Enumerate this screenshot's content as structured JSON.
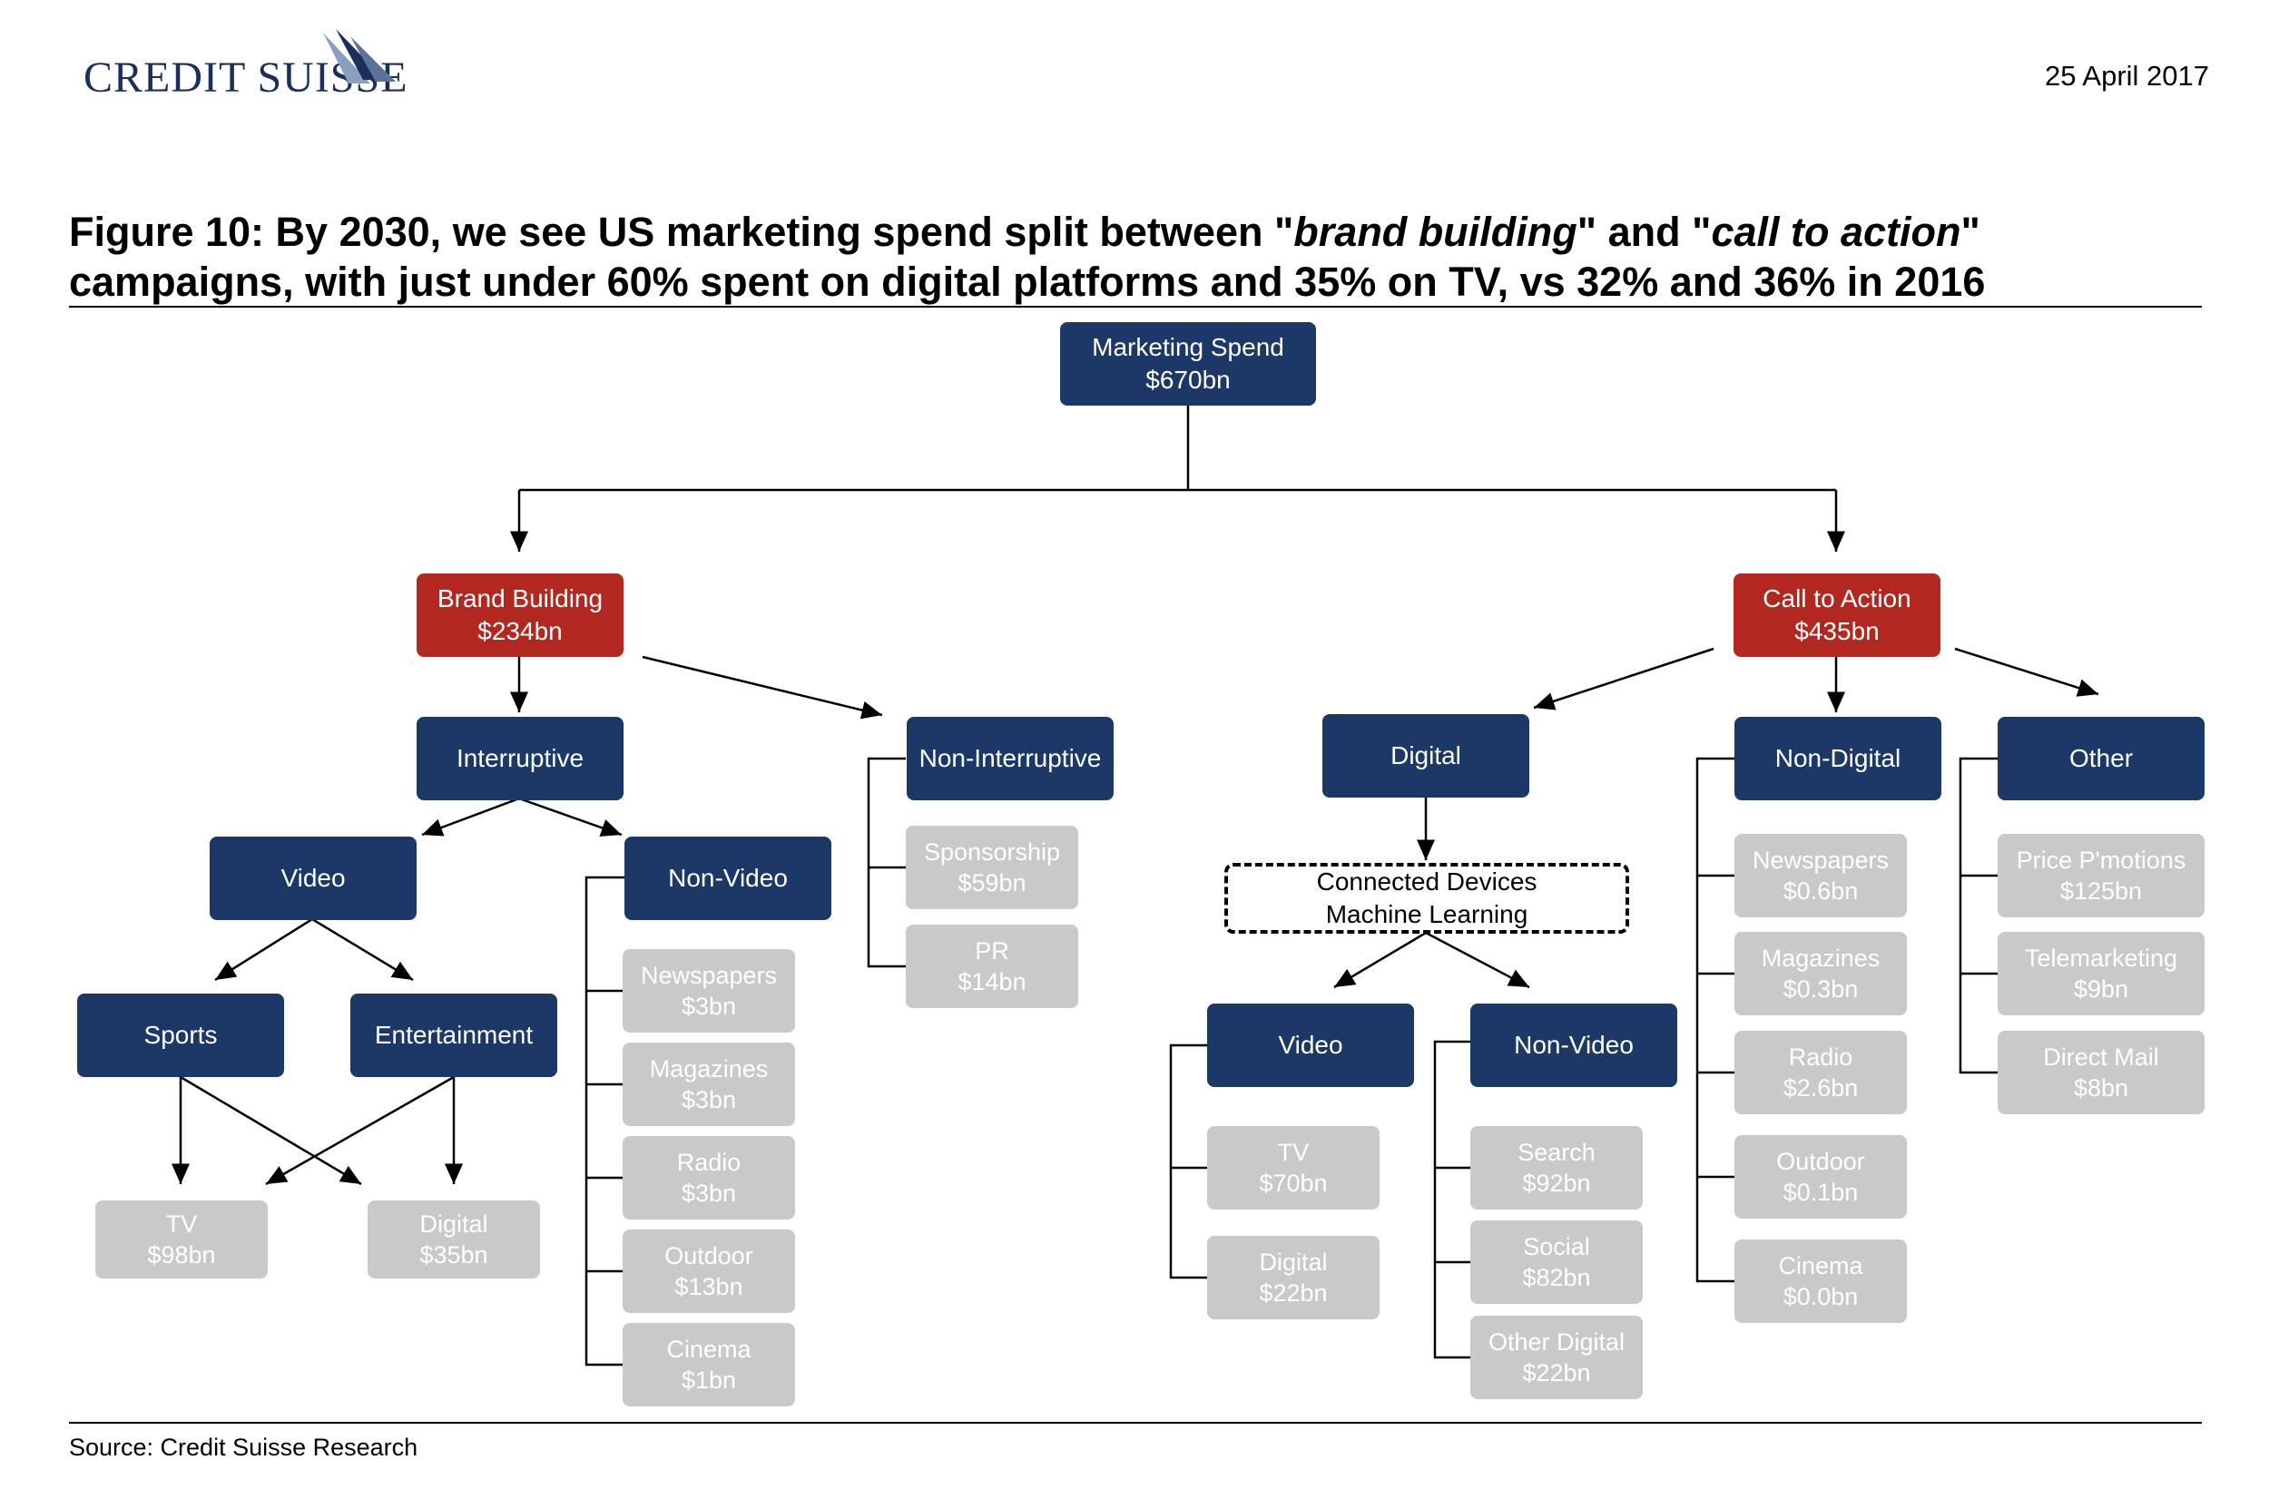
{
  "header": {
    "logo_text": "CREDIT SUISSE",
    "date": "25 April 2017"
  },
  "figure": {
    "title_prefix": "Figure 10: By 2030, we see US marketing spend split between \"",
    "title_em1": "brand building",
    "title_mid": "\" and \"",
    "title_em2": "call to action",
    "title_suffix": "\" campaigns, with just under 60% spent on digital platforms and 35% on TV, vs 32% and 36% in 2016",
    "source": "Source: Credit Suisse Research"
  },
  "colors": {
    "navy": "#1c3866",
    "red": "#b22821",
    "grey": "#c9c9c9"
  },
  "nodes": {
    "root": [
      "Marketing Spend",
      "$670bn"
    ],
    "brand": [
      "Brand Building",
      "$234bn"
    ],
    "cta": [
      "Call to Action",
      "$435bn"
    ],
    "interruptive": [
      "Interruptive"
    ],
    "noninterruptive": [
      "Non-Interruptive"
    ],
    "bb_video": [
      "Video"
    ],
    "bb_nonvideo": [
      "Non-Video"
    ],
    "sports": [
      "Sports"
    ],
    "entertainment": [
      "Entertainment"
    ],
    "tv98": [
      "TV",
      "$98bn"
    ],
    "digital35": [
      "Digital",
      "$35bn"
    ],
    "bb_newspapers": [
      "Newspapers",
      "$3bn"
    ],
    "bb_magazines": [
      "Magazines",
      "$3bn"
    ],
    "bb_radio": [
      "Radio",
      "$3bn"
    ],
    "bb_outdoor": [
      "Outdoor",
      "$13bn"
    ],
    "bb_cinema": [
      "Cinema",
      "$1bn"
    ],
    "sponsorship": [
      "Sponsorship",
      "$59bn"
    ],
    "pr": [
      "PR",
      "$14bn"
    ],
    "digital": [
      "Digital"
    ],
    "connected": [
      "Connected Devices",
      "Machine Learning"
    ],
    "d_video": [
      "Video"
    ],
    "d_nonvideo": [
      "Non-Video"
    ],
    "tv70": [
      "TV",
      "$70bn"
    ],
    "digital22": [
      "Digital",
      "$22bn"
    ],
    "search": [
      "Search",
      "$92bn"
    ],
    "social": [
      "Social",
      "$82bn"
    ],
    "otherdigital": [
      "Other Digital",
      "$22bn"
    ],
    "nondigital": [
      "Non-Digital"
    ],
    "nd_newspapers": [
      "Newspapers",
      "$0.6bn"
    ],
    "nd_magazines": [
      "Magazines",
      "$0.3bn"
    ],
    "nd_radio": [
      "Radio",
      "$2.6bn"
    ],
    "nd_outdoor": [
      "Outdoor",
      "$0.1bn"
    ],
    "nd_cinema": [
      "Cinema",
      "$0.0bn"
    ],
    "other": [
      "Other"
    ],
    "price": [
      "Price P'motions",
      "$125bn"
    ],
    "telemarketing": [
      "Telemarketing",
      "$9bn"
    ],
    "directmail": [
      "Direct Mail",
      "$8bn"
    ]
  }
}
